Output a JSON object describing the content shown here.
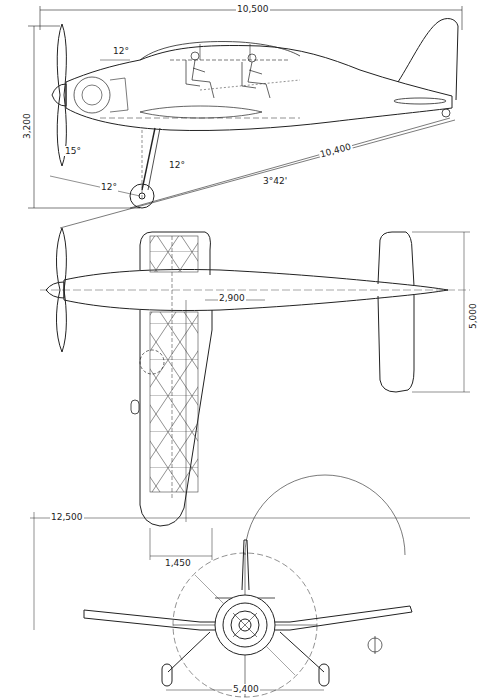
{
  "diagram": {
    "labels": [
      "10,500",
      "3,200",
      "12°",
      "15°",
      "12°",
      "3°42'",
      "10,400",
      "12°",
      "2,900",
      "5,000",
      "12,500",
      "1,450",
      "5,400"
    ]
  }
}
